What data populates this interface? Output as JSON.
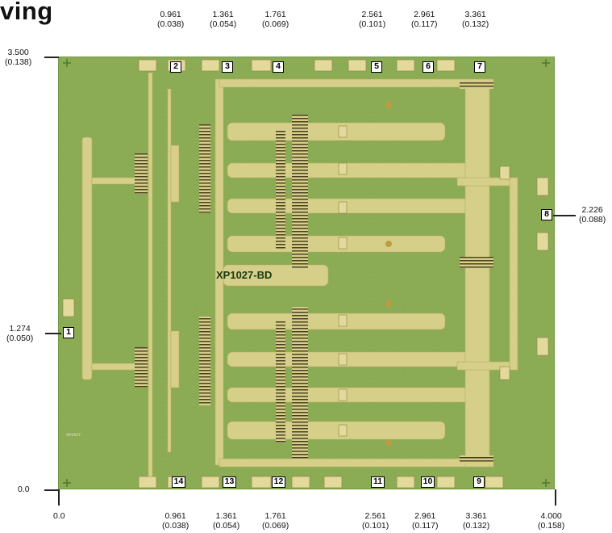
{
  "heading": "ving",
  "part_label": "XP1027-BD",
  "top_dims": [
    {
      "pad": "2",
      "value": "0.961",
      "inch": "(0.038)"
    },
    {
      "pad": "3",
      "value": "1.361",
      "inch": "(0.054)"
    },
    {
      "pad": "4",
      "value": "1.761",
      "inch": "(0.069)"
    },
    {
      "pad": "5",
      "value": "2.561",
      "inch": "(0.101)"
    },
    {
      "pad": "6",
      "value": "2.961",
      "inch": "(0.117)"
    },
    {
      "pad": "7",
      "value": "3.361",
      "inch": "(0.132)"
    }
  ],
  "bottom_dims": [
    {
      "pad": "14",
      "value": "0.961",
      "inch": "(0.038)"
    },
    {
      "pad": "13",
      "value": "1.361",
      "inch": "(0.054)"
    },
    {
      "pad": "12",
      "value": "1.761",
      "inch": "(0.069)"
    },
    {
      "pad": "11",
      "value": "2.561",
      "inch": "(0.101)"
    },
    {
      "pad": "10",
      "value": "2.961",
      "inch": "(0.117)"
    },
    {
      "pad": "9",
      "value": "3.361",
      "inch": "(0.132)"
    }
  ],
  "left_top": {
    "value": "3.500",
    "inch": "(0.138)"
  },
  "left_pad1": {
    "pad": "1",
    "value": "1.274",
    "inch": "(0.050)"
  },
  "right_pad8": {
    "pad": "8",
    "value": "2.226",
    "inch": "(0.088)"
  },
  "origin": {
    "y0": "0.0",
    "x0": "0.0"
  },
  "x_end": {
    "value": "4.000",
    "inch": "(0.158)"
  },
  "colors": {
    "die_bg": "#8cab55",
    "metal": "#d6cf8a",
    "border": "#6e9a40",
    "pad": "#e2d99a"
  }
}
